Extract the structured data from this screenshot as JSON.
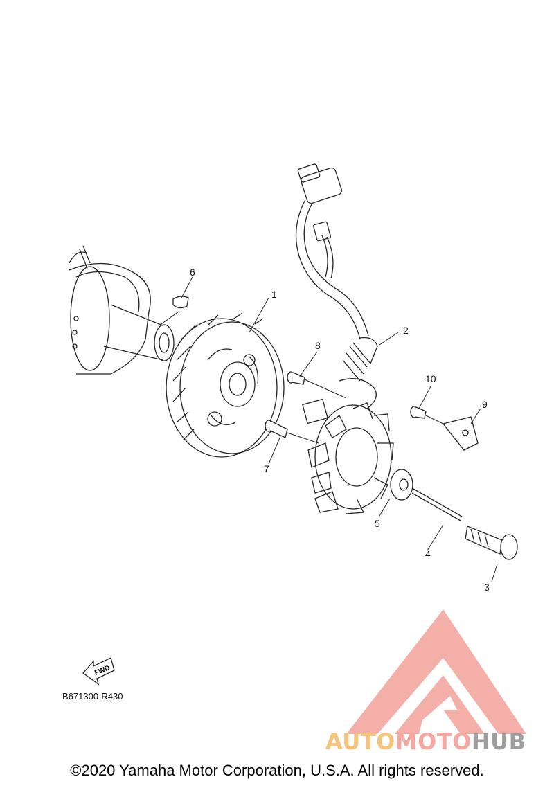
{
  "diagram": {
    "callouts": [
      {
        "id": "1",
        "label": "1"
      },
      {
        "id": "2",
        "label": "2"
      },
      {
        "id": "3",
        "label": "3"
      },
      {
        "id": "4",
        "label": "4"
      },
      {
        "id": "5",
        "label": "5"
      },
      {
        "id": "6",
        "label": "6"
      },
      {
        "id": "7",
        "label": "7"
      },
      {
        "id": "8",
        "label": "8"
      },
      {
        "id": "9",
        "label": "9"
      },
      {
        "id": "10",
        "label": "10"
      }
    ],
    "fwd_label": "FWD",
    "part_code": "B671300-R430",
    "copyright": "©2020 Yamaha Motor Corporation, U.S.A. All rights reserved."
  },
  "watermark": {
    "word_1": "AUTO",
    "word_2": "MOTO",
    "word_3": "HUB",
    "colors": {
      "auto": "#f7c27a",
      "moto": "#f5a7a0",
      "hub": "#9e9e9e",
      "logo": "#f5a7a0"
    }
  }
}
